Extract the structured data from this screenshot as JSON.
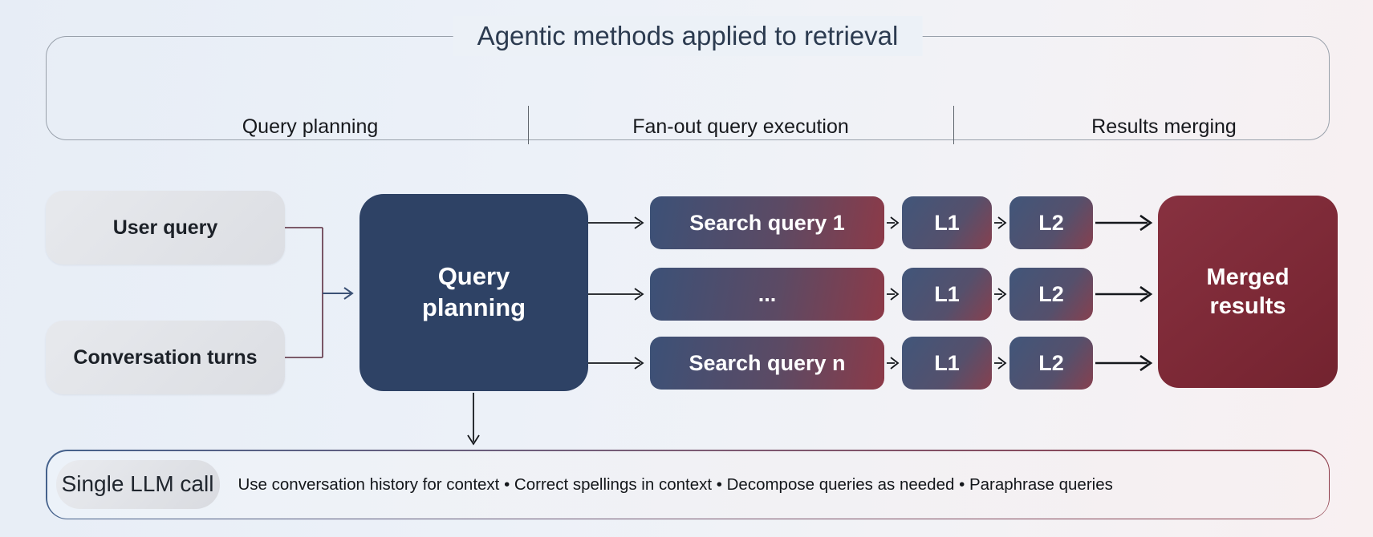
{
  "header": {
    "title": "Agentic methods applied to retrieval",
    "columns": [
      {
        "label": "Query planning"
      },
      {
        "label": "Fan-out query execution"
      },
      {
        "label": "Results merging"
      }
    ]
  },
  "inputs": {
    "user_query": "User query",
    "conversation_turns": "Conversation turns"
  },
  "planner": {
    "label": "Query planning"
  },
  "fanout": {
    "rows": [
      {
        "query": "Search query 1",
        "l1": "L1",
        "l2": "L2"
      },
      {
        "query": "...",
        "l1": "L1",
        "l2": "L2"
      },
      {
        "query": "Search query n",
        "l1": "L1",
        "l2": "L2"
      }
    ]
  },
  "merged": {
    "label": "Merged results"
  },
  "footer": {
    "badge": "Single LLM call",
    "notes": [
      "Use conversation history for context",
      "Correct spellings in context",
      "Decompose queries as needed",
      "Paraphrase queries"
    ],
    "notes_text": "Use conversation history for context  •  Correct spellings in context  •  Decompose queries as needed  •  Paraphrase queries"
  },
  "colors": {
    "background_left": "#e7edf6",
    "background_right": "#f8f0f1",
    "title_text": "#2c3b50",
    "frame_border": "#99a1ab",
    "planner_navy": "#2e4265",
    "fanout_gradient_start": "#3c5177",
    "fanout_gradient_end": "#8c3a48",
    "merged_maroon": "#7a2734",
    "input_gray": "#dfe1e6",
    "bracket_line": "#6d4656",
    "planner_arrow": "#3b5175",
    "arrow_black": "#15181c",
    "footer_border_left": "#45628c",
    "footer_border_right": "#8e3d4b"
  }
}
